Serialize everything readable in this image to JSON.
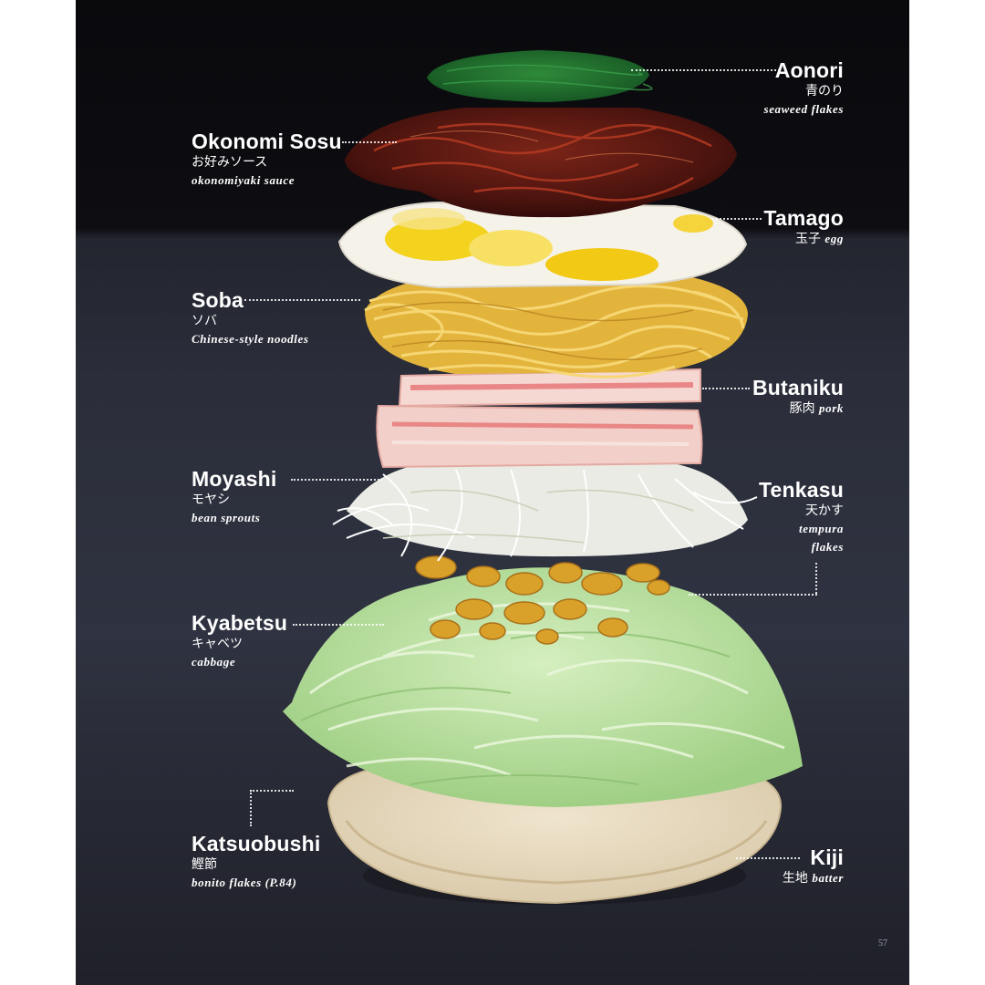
{
  "labels": {
    "aonori": {
      "name": "Aonori",
      "jp": "青のり",
      "en": "seaweed flakes"
    },
    "okonomi_sosu": {
      "name": "Okonomi Sosu",
      "jp": "お好みソース",
      "en": "okonomiyaki sauce"
    },
    "tamago": {
      "name": "Tamago",
      "jp": "玉子",
      "en": "egg"
    },
    "soba": {
      "name": "Soba",
      "jp": "ソバ",
      "en": "Chinese-style noodles"
    },
    "butaniku": {
      "name": "Butaniku",
      "jp": "豚肉",
      "en": "pork"
    },
    "moyashi": {
      "name": "Moyashi",
      "jp": "モヤシ",
      "en": "bean sprouts"
    },
    "tenkasu": {
      "name": "Tenkasu",
      "jp": "天かす",
      "en_line1": "tempura",
      "en_line2": "flakes"
    },
    "kyabetsu": {
      "name": "Kyabetsu",
      "jp": "キャベツ",
      "en": "cabbage"
    },
    "katsuobushi": {
      "name": "Katsuobushi",
      "jp": "鰹節",
      "en": "bonito flakes (P.84)"
    },
    "kiji": {
      "name": "Kiji",
      "jp": "生地",
      "en": "batter"
    }
  },
  "page_number": "57",
  "colors": {
    "background_top": "#0b0b0f",
    "background_bottom": "#2c2f3b",
    "label_text": "#ffffff",
    "aonori": "#1f6b2c",
    "sauce": "#5a1812",
    "egg_white": "#f4f1ea",
    "egg_yolk": "#f2d21c",
    "noodles": "#e9c24a",
    "pork": "#f1c6c0",
    "sprouts": "#eef0ea",
    "tenkasu": "#d9a12a",
    "cabbage": "#bfe3a4",
    "batter": "#eadfc8"
  }
}
